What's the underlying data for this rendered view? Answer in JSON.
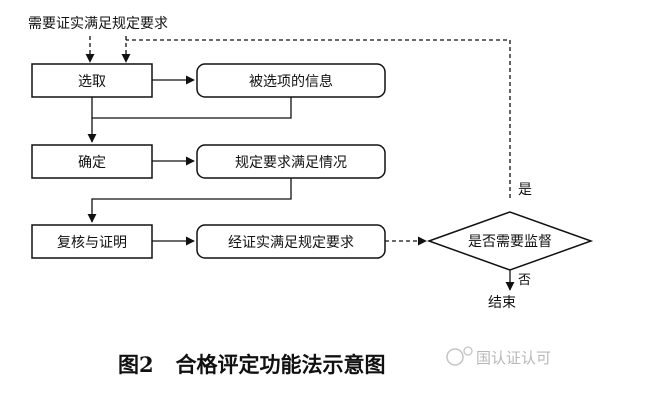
{
  "diagram": {
    "input_label": "需要证实满足规定要求",
    "nodes": {
      "select": "选取",
      "selected_info": "被选项的信息",
      "determine": "确定",
      "requirements_status": "规定要求满足情况",
      "review": "复核与证明",
      "proved": "经证实满足规定要求",
      "decision": "是否需要监督",
      "end": "结束"
    },
    "edges": {
      "yes": "是",
      "no": "否"
    },
    "caption": "图2   合格评定功能法示意图",
    "watermark": "国认证认可"
  }
}
